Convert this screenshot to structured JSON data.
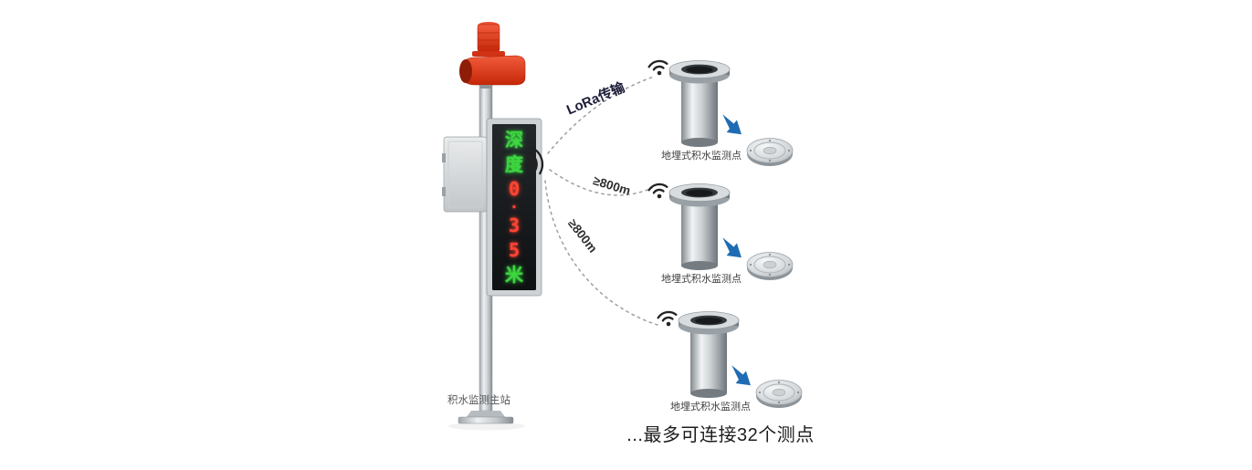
{
  "station": {
    "label": "积水监测主站",
    "display": {
      "text": "深度0·35米",
      "chars": [
        "深",
        "度",
        "0",
        "·",
        "3",
        "5",
        "米"
      ]
    }
  },
  "links": [
    {
      "label": "LoRa传输"
    },
    {
      "label": "≥800m"
    },
    {
      "label": "≥800m"
    }
  ],
  "sensors": [
    {
      "label": "地埋式积水监测点"
    },
    {
      "label": "地埋式积水监测点"
    },
    {
      "label": "地埋式积水监测点"
    }
  ],
  "footer": "...最多可连接32个测点",
  "icons": {
    "alarm_beacon": "alarm-beacon-icon",
    "signal_waves": "signal-waves-icon",
    "wifi": "wifi-icon",
    "arrow": "arrow-icon"
  },
  "colors": {
    "beacon_red": "#e23a1c",
    "led_green": "#3ed63f",
    "led_red": "#ff4433",
    "arrow_blue": "#1f6cb4",
    "dash_gray": "#9aa0a6"
  }
}
